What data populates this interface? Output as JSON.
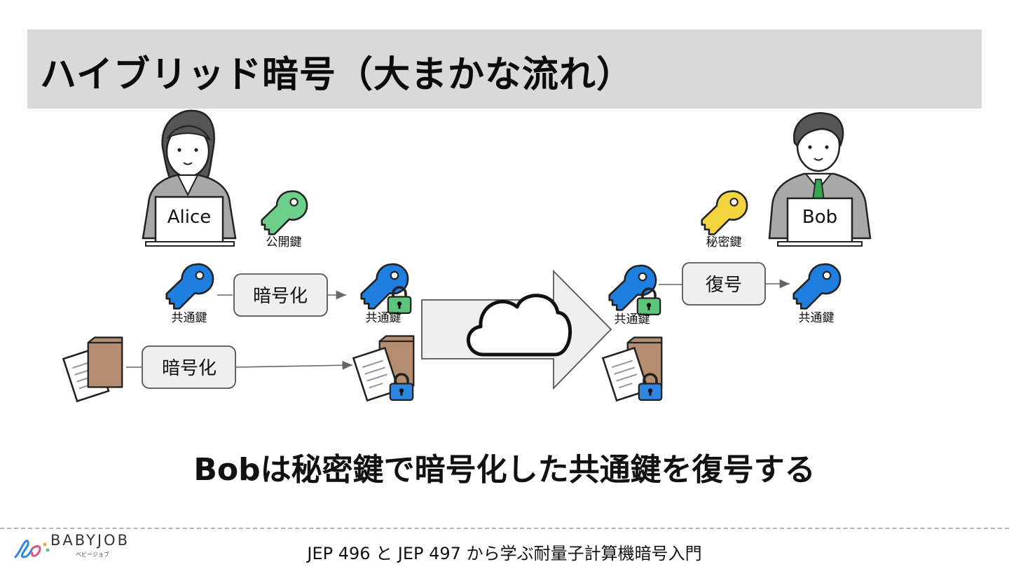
{
  "title": "ハイブリッド暗号（大まかな流れ）",
  "people": {
    "alice": "Alice",
    "bob": "Bob"
  },
  "keys": {
    "public_key": "公開鍵",
    "secret_key": "秘密鍵",
    "common_key_1": "共通鍵",
    "common_key_2": "共通鍵",
    "common_key_3": "共通鍵",
    "common_key_4": "共通鍵"
  },
  "steps": {
    "encrypt_key": "暗号化",
    "encrypt_doc": "暗号化",
    "decrypt_key": "復号"
  },
  "caption": "Bobは秘密鍵で暗号化した共通鍵を復号する",
  "footer": {
    "logo_name": "BABYJOB",
    "logo_sub": "ベビージョブ",
    "text": "JEP 496 と JEP 497 から学ぶ耐量子計算機暗号入門"
  },
  "colors": {
    "title_bg": "#d9d9d9",
    "blue_key": "#1e7fe0",
    "green_key": "#6ccf8a",
    "yellow_key": "#f3d33e",
    "green_lock": "#5ec47c",
    "blue_lock": "#2f86e0",
    "box_bg": "#efefef",
    "cardboard": "#b58e72"
  },
  "icons": [
    "person-icon",
    "key-icon",
    "lock-icon",
    "cloud-icon",
    "document-icon",
    "box-icon",
    "arrow-icon"
  ]
}
